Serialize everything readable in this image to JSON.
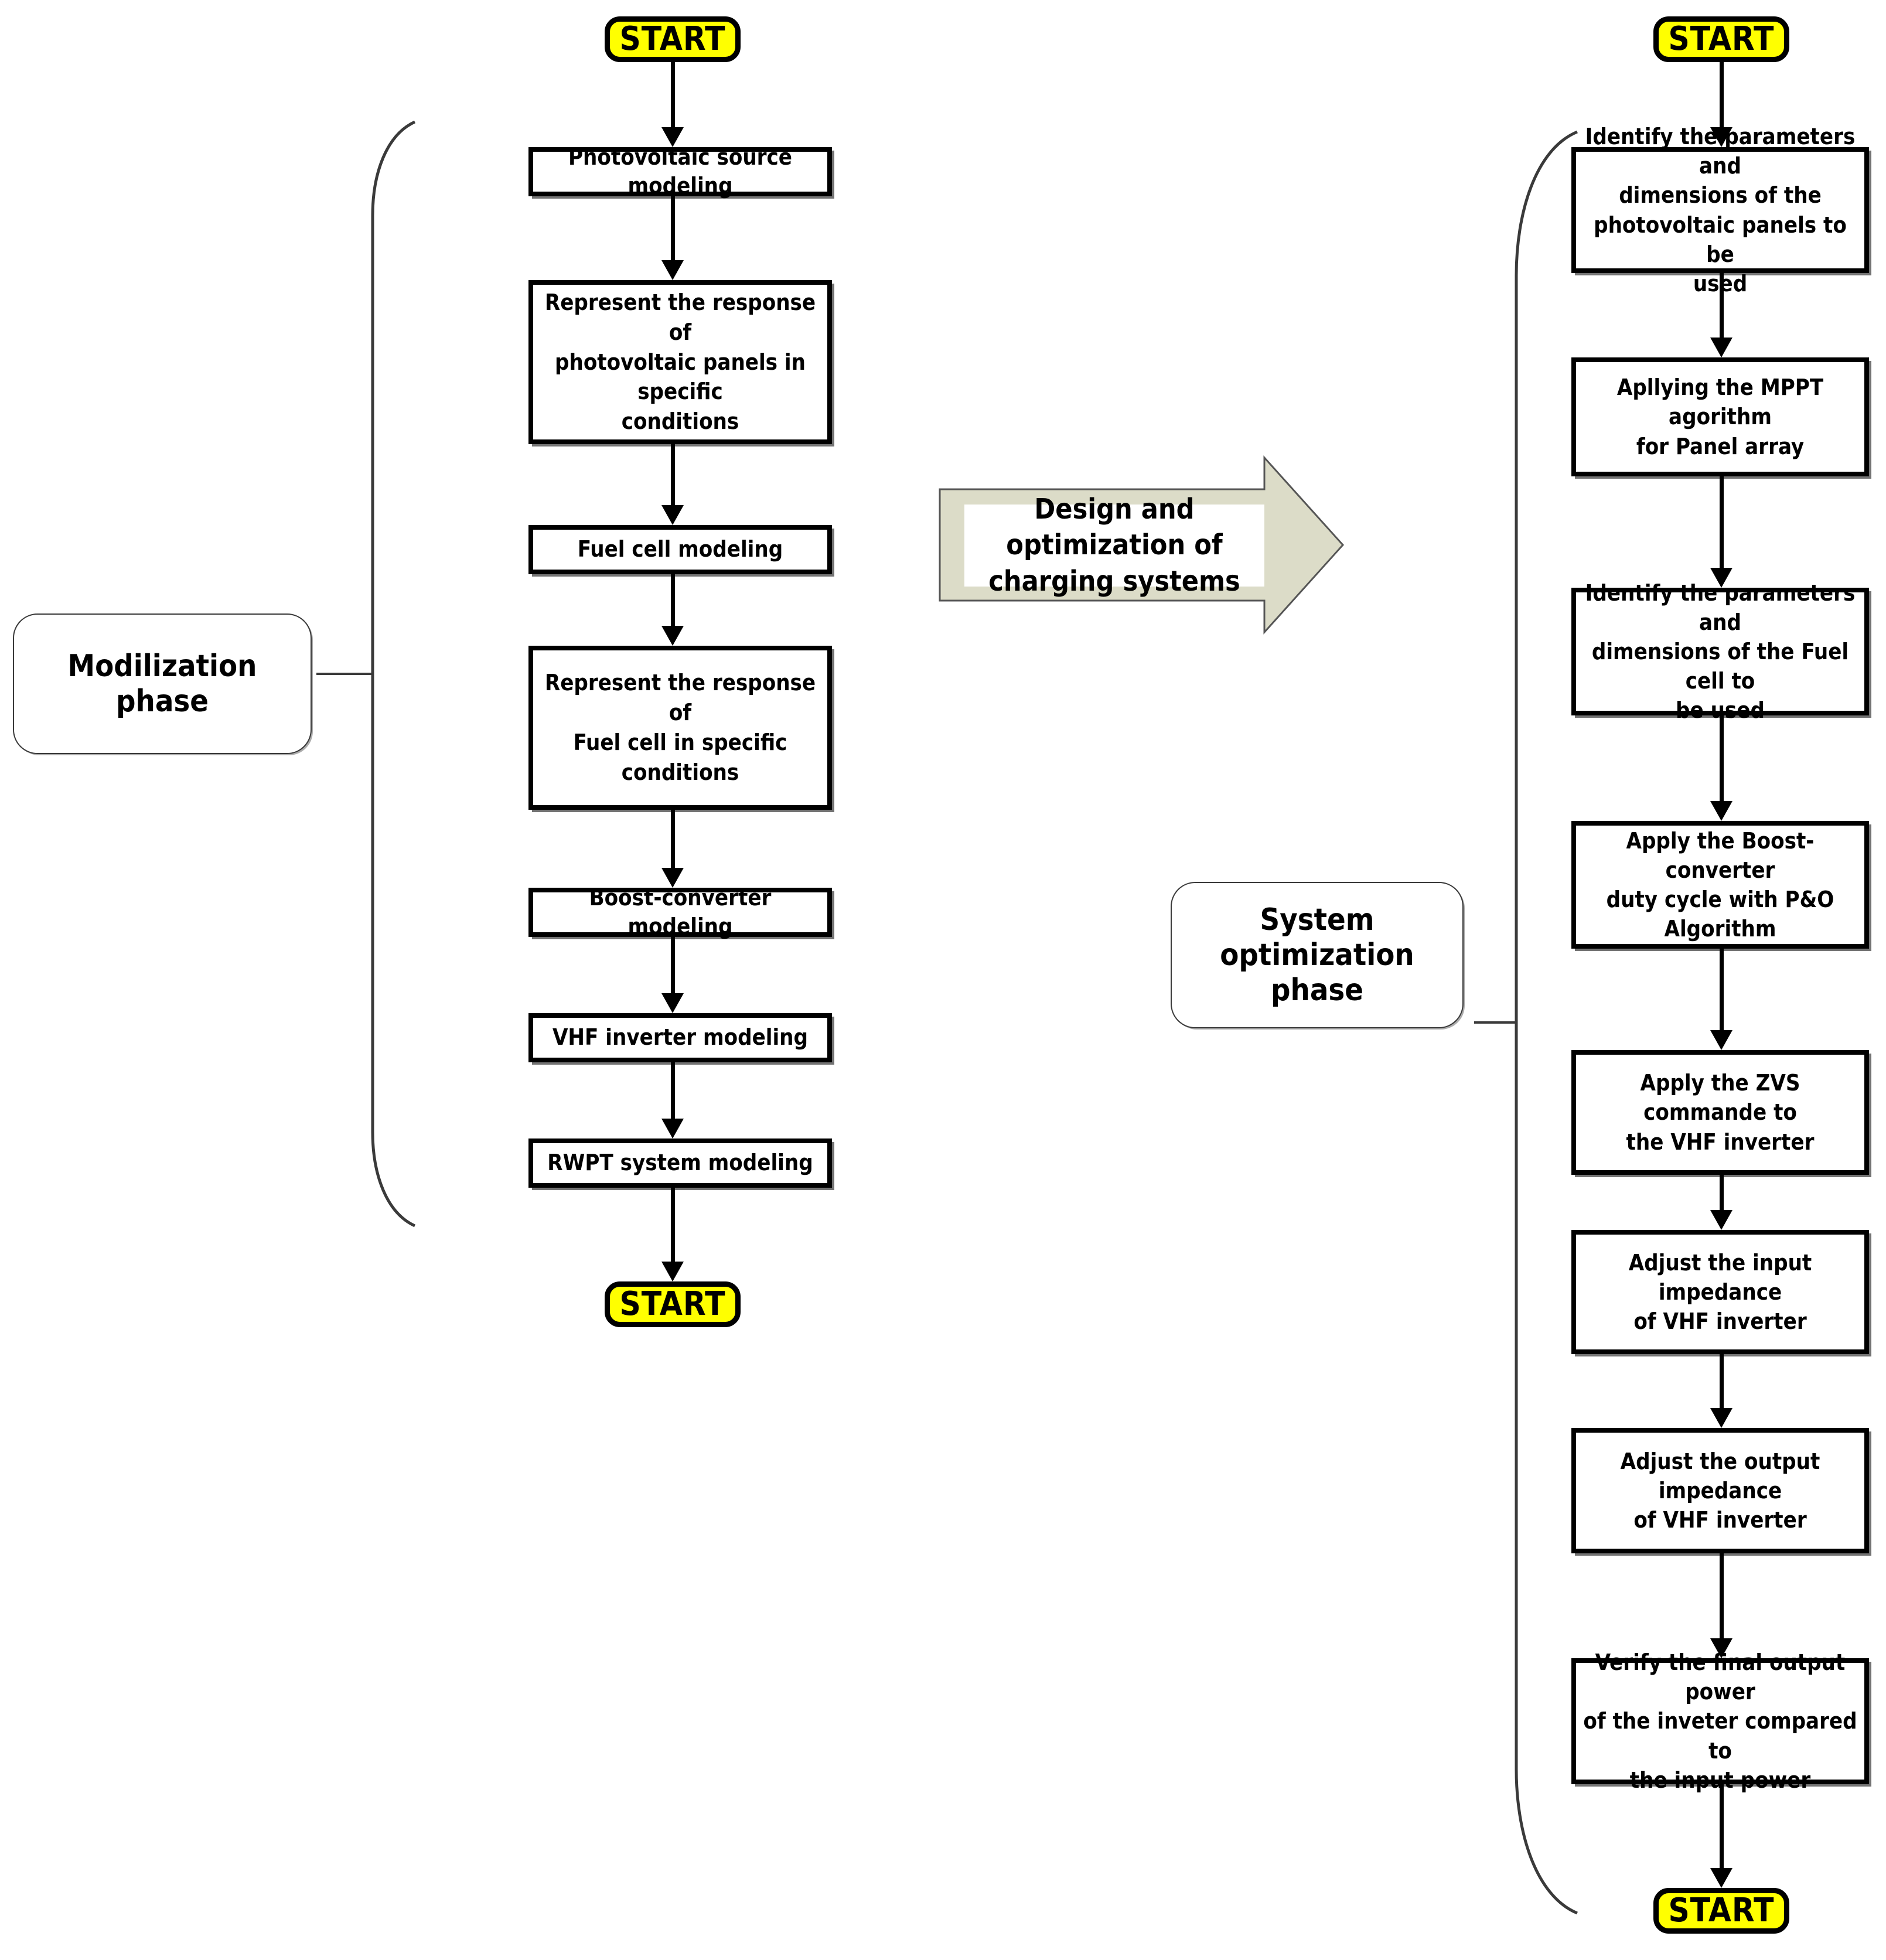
{
  "colors": {
    "terminal_fill": "#ffff00",
    "terminal_stroke": "#000000",
    "box_fill": "#ffffff",
    "box_stroke": "#000000",
    "banner_fill": "#dcdcc8",
    "banner_stroke": "#555555",
    "banner_text_band": "#ffffff",
    "brace_stroke": "#3a3a3a",
    "text": "#000000",
    "background": "#ffffff"
  },
  "left_column": {
    "phase_label": "Modilization phase",
    "start_top": "START",
    "start_bottom": "START",
    "steps": [
      "Photovoltaic source modeling",
      "Represent the response of\nphotovoltaic panels in specific\nconditions",
      "Fuel cell  modeling",
      "Represent the response of\nFuel cell  in specific\nconditions",
      "Boost-converter  modeling",
      "VHF inverter  modeling",
      "RWPT system  modeling"
    ]
  },
  "banner": {
    "label": "Design and optimization of\ncharging systems",
    "direction": "right"
  },
  "right_column": {
    "phase_label": "System optimization\nphase",
    "start_top": "START",
    "start_bottom": "START",
    "steps": [
      "Identify the parameters and\ndimensions of the\nphotovoltaic panels to be\nused",
      "Apllying the MPPT agorithm\nfor Panel array",
      "Identify the parameters and\ndimensions of the Fuel cell to\nbe used",
      "Apply the Boost-converter\nduty cycle with P&O\nAlgorithm",
      "Apply the ZVS commande to\nthe VHF inverter",
      "Adjust the input impedance\nof VHF inverter",
      "Adjust the output impedance\nof VHF inverter",
      "Verify the final output power\nof the inveter compared to\nthe input power"
    ]
  }
}
